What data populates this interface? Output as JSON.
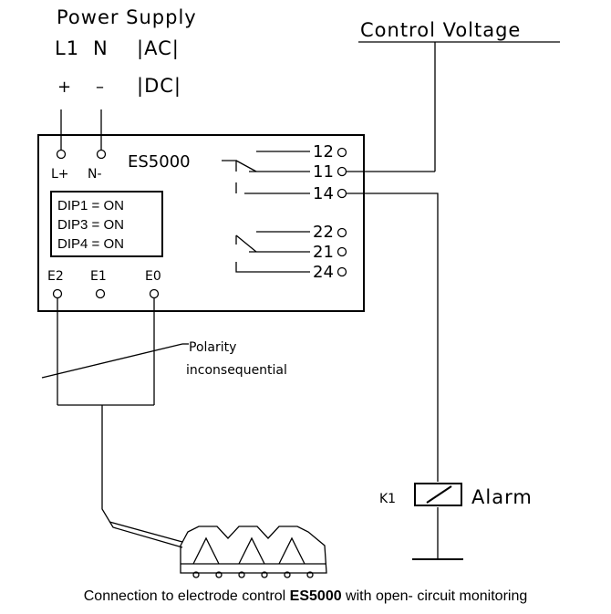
{
  "power_supply": {
    "title": "Power Supply",
    "row1": {
      "l1": "L1",
      "n": "N",
      "ac": "|AC|"
    },
    "row2": {
      "plus": "+",
      "minus": "–",
      "dc": "|DC|"
    }
  },
  "control_voltage": "Control Voltage",
  "device": {
    "name": "ES5000",
    "term_lplus": "L+",
    "term_nminus": "N-",
    "dip": [
      "DIP1 = ON",
      "DIP3 = ON",
      "DIP4 = ON"
    ],
    "electrodes": [
      "E2",
      "E1",
      "E0"
    ],
    "relay_terminals": [
      "12",
      "11",
      "14",
      "22",
      "21",
      "24"
    ]
  },
  "polarity_note": [
    "Polarity",
    "inconsequential"
  ],
  "alarm": {
    "relay": "K1",
    "label": "Alarm"
  },
  "caption": {
    "before": "Connection to electrode control ",
    "model": "ES5000",
    "after": " with open- circuit monitoring"
  }
}
